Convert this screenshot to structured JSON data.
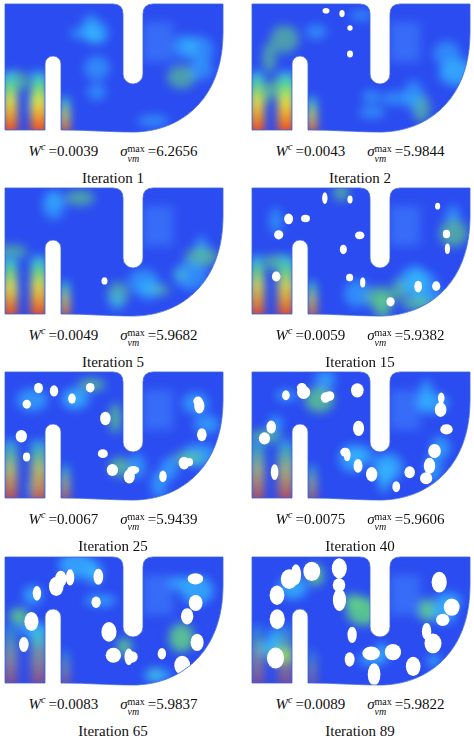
{
  "diagram": {
    "labels": [
      "W",
      "c",
      "=0.0039",
      "σ",
      "max",
      "vm",
      "=6.2656",
      "Iteration 1",
      "W",
      "c",
      "=0.0043",
      "σ",
      "max",
      "vm",
      "=5.9844",
      "Iteration 2",
      "W",
      "c",
      "=0.0049",
      "σ",
      "max",
      "vm",
      "=5.9682",
      "Iteration 5",
      "W",
      "c",
      "=0.0059",
      "σ",
      "max",
      "vm",
      "=5.9382",
      "Iteration 15",
      "W",
      "c",
      "=0.0067",
      "σ",
      "max",
      "vm",
      "=5.9439",
      "Iteration 25",
      "W",
      "c",
      "=0.0075",
      "σ",
      "max",
      "vm",
      "=5.9606",
      "Iteration 40",
      "W",
      "c",
      "=0.0083",
      "σ",
      "max",
      "vm",
      "=5.9837",
      "Iteration 65",
      "W",
      "c",
      "=0.0089",
      "σ",
      "max",
      "vm",
      "=5.9822",
      "Iteration 89"
    ]
  }
}
